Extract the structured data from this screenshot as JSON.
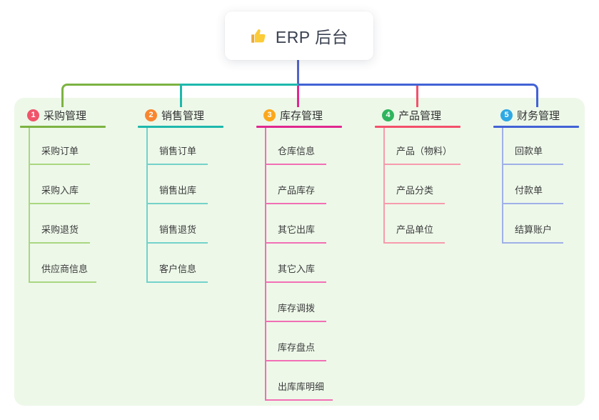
{
  "root": {
    "label": "ERP 后台",
    "icon": "thumbs-up-icon",
    "connector_color": "#5463C9"
  },
  "panel_color": "#EDF8E9",
  "branches": [
    {
      "index": "1",
      "title": "采购管理",
      "badge_color": "#F0546A",
      "line_color": "#7CB342",
      "sub_line_color": "#A9D780",
      "items": [
        "采购订单",
        "采购入库",
        "采购退货",
        "供应商信息"
      ]
    },
    {
      "index": "2",
      "title": "销售管理",
      "badge_color": "#F9862F",
      "line_color": "#1EB8AC",
      "sub_line_color": "#74D2C9",
      "items": [
        "销售订单",
        "销售出库",
        "销售退货",
        "客户信息"
      ]
    },
    {
      "index": "3",
      "title": "库存管理",
      "badge_color": "#FBA81C",
      "line_color": "#E02890",
      "sub_line_color": "#F26FB4",
      "items": [
        "仓库信息",
        "产品库存",
        "其它出库",
        "其它入库",
        "库存调拨",
        "库存盘点",
        "出库库明细"
      ]
    },
    {
      "index": "4",
      "title": "产品管理",
      "badge_color": "#2FB45E",
      "line_color": "#F4516C",
      "sub_line_color": "#F79BAC",
      "items": [
        "产品（物料）",
        "产品分类",
        "产品单位"
      ]
    },
    {
      "index": "5",
      "title": "财务管理",
      "badge_color": "#2EA9E4",
      "line_color": "#4263D6",
      "sub_line_color": "#9FB0E8",
      "items": [
        "回款单",
        "付款单",
        "结算账户"
      ]
    }
  ]
}
